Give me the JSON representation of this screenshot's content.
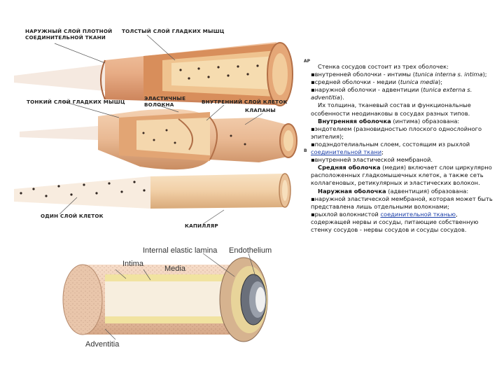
{
  "labels": {
    "outer_dense": "НАРУЖНЫЙ СЛОЙ ПЛОТНОЙ\nСОЕДИНИТЕЛЬНОЙ ТКАНИ",
    "thick_muscle": "ТОЛСТЫЙ СЛОЙ ГЛАДКИХ МЫШЦ",
    "thin_muscle": "ТОНКИЙ СЛОЙ ГЛАДКИХ МЫШЦ",
    "elastic_fibers": "ЭЛАСТИЧНЫЕ\nВОЛОКНА",
    "inner_cells": "ВНУТРЕННИЙ СЛОЙ КЛЕТОК",
    "valves": "КЛАПАНЫ",
    "single_layer": "ОДИН СЛОЙ КЛЕТОК",
    "capillary": "КАПИЛЛЯР",
    "art_tag": "АР",
    "b_tag": "В"
  },
  "english_labels": {
    "internal_elastic": "Internal elastic lamina",
    "endothelium": "Endothelium",
    "intima": "Intima",
    "media": "Media",
    "adventitia": "Adventitia"
  },
  "text": {
    "p1": "Стенка сосудов состоит из трех оболочек:",
    "b1_pre": "внутренней оболочки - интимы (",
    "b1_it": "tunica interna s. intima",
    "b1_post": ");",
    "b2_pre": "средней оболочки - медии (",
    "b2_it": "tunica media",
    "b2_post": ");",
    "b3_pre": "наружной оболочки - адвентиции (",
    "b3_it": "tunica externa s. adventitia",
    "b3_post": ").",
    "p2": "Их толщина, тканевый состав и функциональные особенности неодинаковы в сосудах разных типов.",
    "p3_bold": "Внутренняя оболочка",
    "p3_rest": " (интима) образована:",
    "b4": "эндотелием (разновидностью плоского однослойного эпителия);",
    "b5_pre": "подэндотелиальным слоем, состоящим из рыхлой ",
    "b5_link": "соединительной ткани",
    "b5_post": ";",
    "b6": "внутренней эластической мембраной.",
    "p4_bold": "Средняя оболочка",
    "p4_rest": " (медия) включает слои циркулярно расположенных гладкомышечных клеток, а также сеть коллагеновых, ретикулярных и эластических волокон.",
    "p5_bold": "Наружная оболочка",
    "p5_rest": " (адвентиция) образована:",
    "b7": "наружной эластической мембраной, которая может быть представлена лишь отдельными волокнами;",
    "b8_pre": "рыхлой волокнистой ",
    "b8_link": "соединительной тканью",
    "b8_post": ", содержащей нервы и сосуды, питающие собственную стенку сосудов - нервы сосудов и сосуды сосудов."
  },
  "colors": {
    "outer_layer": "#e6b28c",
    "muscle_layer": "#d9925e",
    "lumen": "#f4dcae",
    "link": "#1a3ea8"
  }
}
